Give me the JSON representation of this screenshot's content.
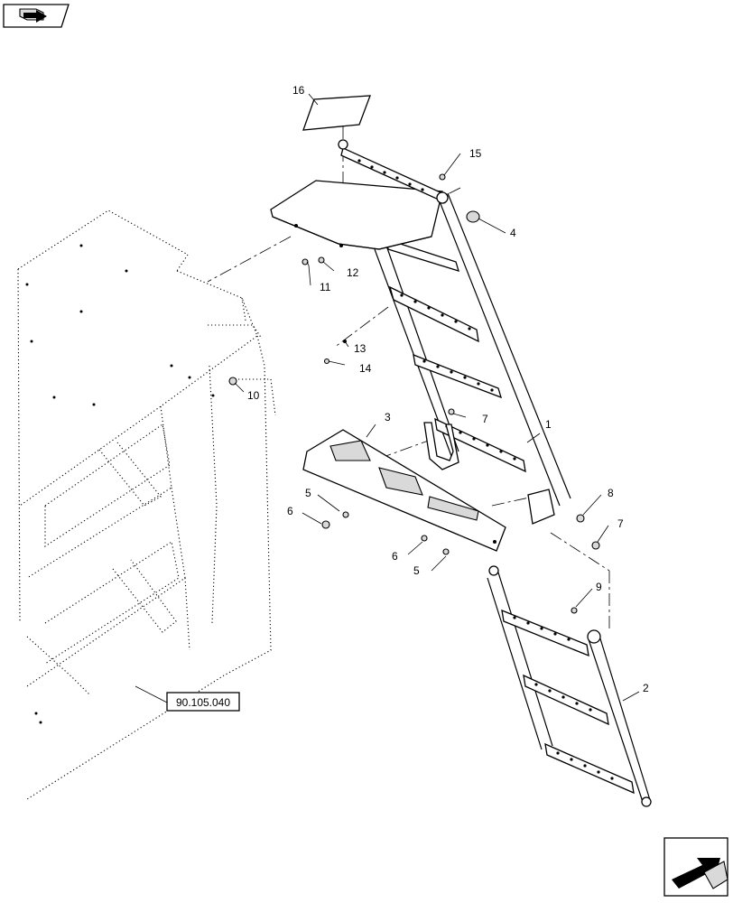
{
  "callouts": [
    {
      "label": "1"
    },
    {
      "label": "2"
    },
    {
      "label": "3"
    },
    {
      "label": "4"
    },
    {
      "label": "5"
    },
    {
      "label": "5"
    },
    {
      "label": "6"
    },
    {
      "label": "6"
    },
    {
      "label": "7"
    },
    {
      "label": "7"
    },
    {
      "label": "8"
    },
    {
      "label": "9"
    },
    {
      "label": "10"
    },
    {
      "label": "11"
    },
    {
      "label": "12"
    },
    {
      "label": "13"
    },
    {
      "label": "14"
    },
    {
      "label": "15"
    },
    {
      "label": "16"
    }
  ],
  "reference": {
    "label": "90.105.040"
  },
  "icons": {
    "top_left": "book-arrow-icon",
    "bottom_right": "direction-arrow-icon"
  }
}
